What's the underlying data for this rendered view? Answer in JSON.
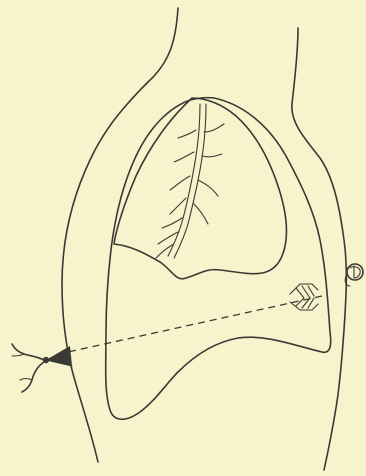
{
  "figure": {
    "background_color": "#f7f3cd",
    "ink_color": "#3a3a34",
    "shapes": [
      "body-outline",
      "chest-cavity",
      "lung",
      "bronchial-tree",
      "arrow",
      "dashed-trajectory",
      "entry-wound-icon",
      "exit-wound-icon"
    ]
  }
}
